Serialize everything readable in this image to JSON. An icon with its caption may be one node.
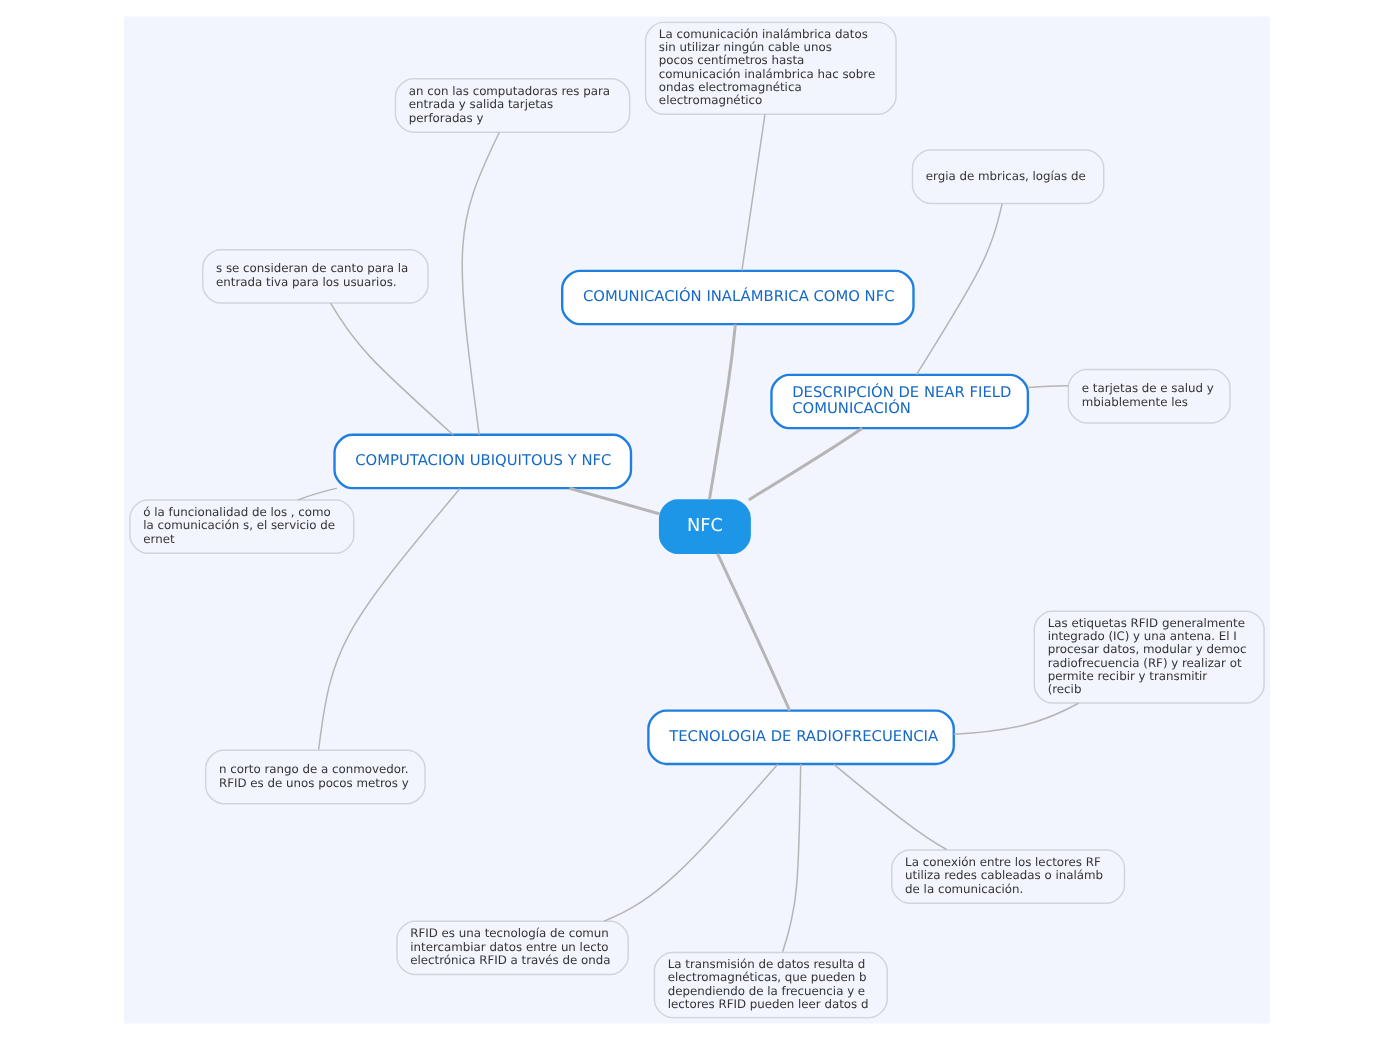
{
  "diagram": {
    "nodes": [
      {
        "text": [
          "NFC"
        ]
      },
      {
        "text": [
          "DESCRIPCIÓN DE NEAR FIELD COMUNICACIÓN"
        ]
      },
      {
        "text": [
          "e tarjetas de e salud y mbiablemente les"
        ]
      },
      {
        "text": [
          "ergia de mbricas, logías de"
        ]
      },
      {
        "text": [
          "COMUNICACIÓN INALÁMBRICA COMO NFC"
        ]
      },
      {
        "text": [
          "La comunicación inalámbrica datos sin utilizar ningún cable unos pocos centímetros hasta comunicación inalámbrica hac sobre ondas electromagnética electromagnético"
        ]
      },
      {
        "text": [
          "COMPUTACION UBIQUITOUS Y NFC"
        ]
      },
      {
        "text": [
          "an con las computadoras res para entrada y salida tarjetas perforadas y"
        ]
      },
      {
        "text": [
          "s se consideran de canto para la entrada tiva para los usuarios."
        ]
      },
      {
        "text": [
          "ó la funcionalidad de los , como la comunicación s, el servicio de ernet"
        ]
      },
      {
        "text": [
          "n corto rango de a conmovedor. RFID es de unos pocos metros y"
        ]
      },
      {
        "text": [
          "TECNOLOGIA DE RADIOFRECUENCIA"
        ]
      },
      {
        "text": [
          "RFID es una tecnología de comun intercambiar datos entre un lecto electrónica RFID a través de onda"
        ]
      },
      {
        "text": [
          "La transmisión de datos resulta d electromagnéticas, que pueden b dependiendo de la frecuencia y e lectores RFID pueden leer datos d"
        ]
      },
      {
        "text": [
          "La conexión entre los lectores RF utiliza redes cableadas o inalámb de la comunicación."
        ]
      },
      {
        "text": [
          "Las etiquetas RFID generalmente integrado (IC) y una antena. El I procesar datos, modular y democ radiofrecuencia (RF) y realizar ot permite recibir y transmitir (recib"
        ]
      }
    ],
    "edges": [
      {
        "from": 0,
        "to": 1,
        "arrow": "none"
      },
      {
        "from": 1,
        "to": 2,
        "arrow": "none"
      },
      {
        "from": 1,
        "to": 3,
        "arrow": "none"
      },
      {
        "from": 0,
        "to": 4,
        "arrow": "none"
      },
      {
        "from": 4,
        "to": 5,
        "arrow": "none"
      },
      {
        "from": 0,
        "to": 6,
        "arrow": "none"
      },
      {
        "from": 6,
        "to": 7,
        "arrow": "none"
      },
      {
        "from": 6,
        "to": 8,
        "arrow": "none"
      },
      {
        "from": 6,
        "to": 9,
        "arrow": "none"
      },
      {
        "from": 6,
        "to": 10,
        "arrow": "none"
      },
      {
        "from": 0,
        "to": 11,
        "arrow": "none"
      },
      {
        "from": 11,
        "to": 12,
        "arrow": "none"
      },
      {
        "from": 11,
        "to": 13,
        "arrow": "none"
      },
      {
        "from": 11,
        "to": 14,
        "arrow": "none"
      },
      {
        "from": 11,
        "to": 15,
        "arrow": "none"
      }
    ]
  }
}
